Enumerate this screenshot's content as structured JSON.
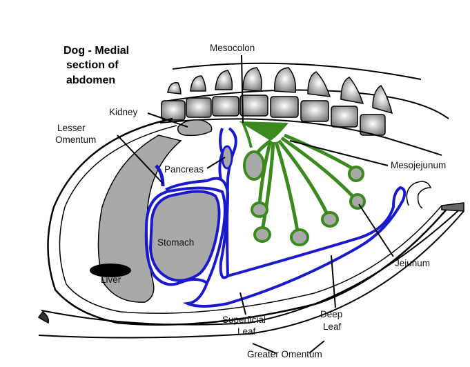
{
  "title": {
    "line1": "Dog - Medial",
    "line2": "section of",
    "line3": "abdomen"
  },
  "labels": {
    "mesocolon": "Mesocolon",
    "kidney": "Kidney",
    "lesser_omentum_1": "Lesser",
    "lesser_omentum_2": "Omentum",
    "pancreas": "Pancreas",
    "mesojejunum": "Mesojejunum",
    "stomach": "Stomach",
    "jejunum": "Jejunum",
    "superficial_leaf_1": "Superficial",
    "superficial_leaf_2": "Leaf",
    "deep_leaf_1": "Deep",
    "deep_leaf_2": "Leaf",
    "greater_omentum": "Greater Omentum",
    "liver": "Liver"
  },
  "colors": {
    "omentum_blue": "#1a1acc",
    "mesentery_green": "#3a8a1f",
    "organ_gray": "#a9a9a9",
    "vertebra_gray": "#bdbdbd",
    "outline": "#000000"
  }
}
